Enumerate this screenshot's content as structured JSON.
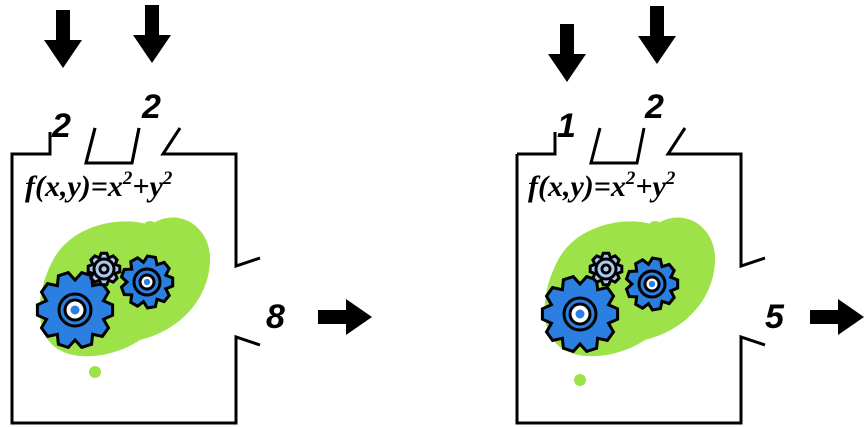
{
  "machines": [
    {
      "inputs": [
        "2",
        "2"
      ],
      "formula": {
        "lhs": "f(x,y)=x",
        "exp1": "2",
        "plus": "+y",
        "exp2": "2"
      },
      "output": "8"
    },
    {
      "inputs": [
        "1",
        "2"
      ],
      "formula": {
        "lhs": "f(x,y)=x",
        "exp1": "2",
        "plus": "+y",
        "exp2": "2"
      },
      "output": "5"
    }
  ],
  "colors": {
    "outline": "#000000",
    "blob": "#9ee24a",
    "gear_large": "#2b7fe0",
    "gear_medium": "#2b7fe0",
    "gear_small": "#a9c8ee",
    "gear_edge": "#000000",
    "gear_hub_ring": "#ffffff"
  },
  "icons": {
    "input_arrow": "arrow-down-icon",
    "output_arrow": "arrow-right-icon",
    "gears": "gears-icon"
  }
}
